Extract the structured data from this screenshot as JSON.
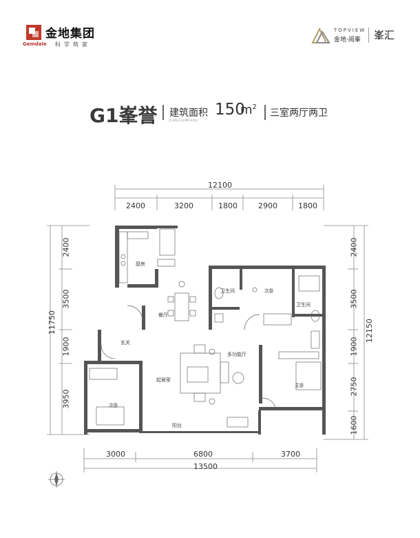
{
  "header": {
    "brand_name": "金地集团",
    "brand_en": "Gemdale",
    "brand_slogan": "科学筑家",
    "topview_en": "TOPVIEW",
    "topview_cn": "金地·阅峯",
    "project_name": "峯汇"
  },
  "title": {
    "model": "G1峯誉",
    "area_label": "建筑面积",
    "area_pinyin": "JIANZHUMIANJI",
    "area_value": "150",
    "area_unit": "m",
    "area_unit_sup": "2",
    "room_type": "三室两厅两卫"
  },
  "dimensions": {
    "top_total": "12100",
    "top_segments": [
      "2400",
      "3200",
      "1800",
      "2900",
      "1800"
    ],
    "bottom_segments": [
      "3000",
      "6800",
      "3700"
    ],
    "bottom_total": "13500",
    "left_total": "11750",
    "left_segments": [
      "2400",
      "3500",
      "1900",
      "3950"
    ],
    "right_total": "12150",
    "right_segments": [
      "2400",
      "3500",
      "1900",
      "2750",
      "1600"
    ]
  },
  "rooms": {
    "kitchen": "厨房",
    "dining": "餐厅",
    "bath1": "卫生间",
    "bath2": "卫生间",
    "bedroom2": "次卧",
    "entry": "玄关",
    "multi": "多功能厅",
    "living": "起居室",
    "master": "主卧",
    "bedroom3": "次卧",
    "balcony": "阳台"
  },
  "colors": {
    "wall": "#555555",
    "brand_red": "#c0392b",
    "gold": "#b8a06a"
  }
}
